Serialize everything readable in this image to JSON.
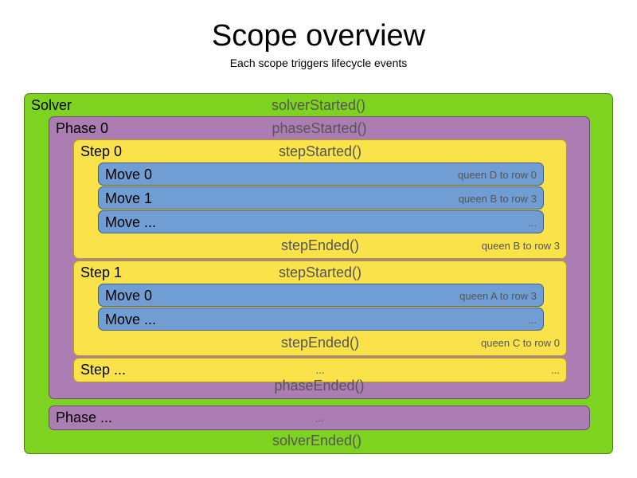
{
  "header": {
    "title": "Scope overview",
    "subtitle": "Each scope triggers lifecycle events"
  },
  "colors": {
    "solver": "#7ed321",
    "phase": "#ab7db3",
    "step": "#fae24b",
    "move": "#709dd3",
    "event_text": "#555555",
    "scope_text": "#000000",
    "background": "#ffffff"
  },
  "solver": {
    "label": "Solver",
    "started_event": "solverStarted()",
    "ended_event": "solverEnded()",
    "phases": [
      {
        "label": "Phase 0",
        "started_event": "phaseStarted()",
        "ended_event": "phaseEnded()",
        "steps": [
          {
            "label": "Step 0",
            "started_event": "stepStarted()",
            "ended_event": "stepEnded()",
            "ended_result": "queen B to row 3",
            "moves": [
              {
                "label": "Move 0",
                "result": "queen D to row 0"
              },
              {
                "label": "Move 1",
                "result": "queen B to row 3"
              },
              {
                "label": "Move ...",
                "result": "..."
              }
            ]
          },
          {
            "label": "Step 1",
            "started_event": "stepStarted()",
            "ended_event": "stepEnded()",
            "ended_result": "queen C to row 0",
            "moves": [
              {
                "label": "Move 0",
                "result": "queen A to row 3"
              },
              {
                "label": "Move ...",
                "result": "..."
              }
            ]
          },
          {
            "label": "Step ...",
            "started_event": "...",
            "ended_event": "",
            "ended_result": "...",
            "moves": []
          }
        ]
      },
      {
        "label": "Phase ...",
        "started_event": "...",
        "ended_event": "",
        "steps": []
      }
    ]
  }
}
